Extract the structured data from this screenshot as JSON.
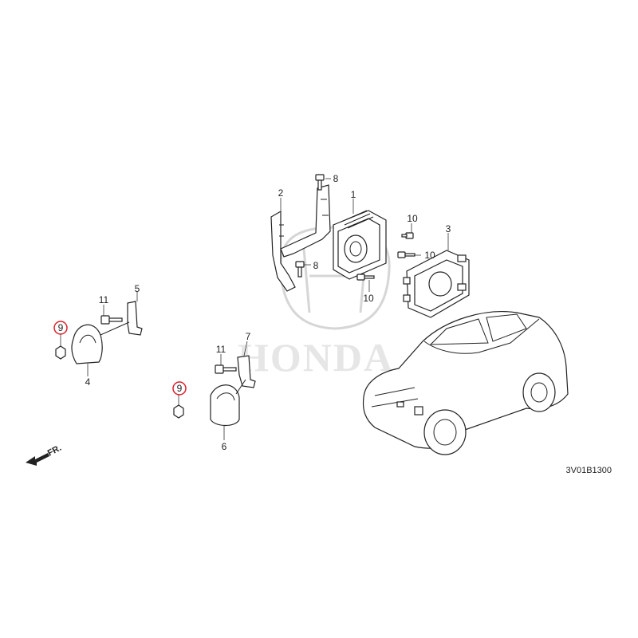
{
  "diagram": {
    "watermark": "HONDA",
    "drawing_code": "3V01B1300",
    "direction_label": "FR.",
    "highlight_color": "#d9202a",
    "callouts": {
      "c1": "1",
      "c2": "2",
      "c3": "3",
      "c4": "4",
      "c5": "5",
      "c6": "6",
      "c7": "7",
      "c8a": "8",
      "c8b": "8",
      "c9a": "9",
      "c9b": "9",
      "c10a": "10",
      "c10b": "10",
      "c10c": "10",
      "c11a": "11",
      "c11b": "11"
    }
  }
}
